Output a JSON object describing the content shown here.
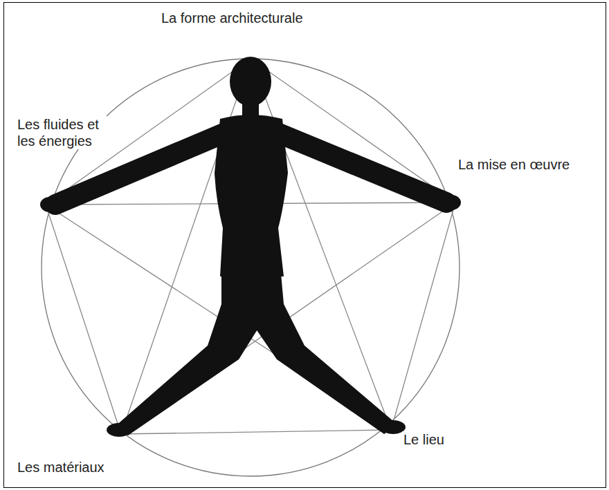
{
  "diagram": {
    "labels": [
      "La forme architecturale",
      "Les fluides et les énergies",
      "La mise en œuvre",
      "Le lieu",
      "Les matériaux"
    ]
  }
}
